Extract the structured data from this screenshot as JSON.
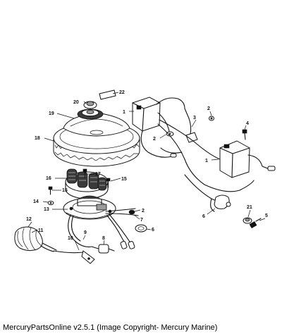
{
  "caption": "MercuryPartsOnline v2.5.1 (Image Copyright- Mercury Marine)",
  "callouts": {
    "c1a": "1",
    "c1b": "1",
    "c2a": "2",
    "c2b": "2",
    "c2c": "2",
    "c3": "3",
    "c4": "4",
    "c5": "5",
    "c6a": "6",
    "c6b": "6",
    "c7": "7",
    "c8": "8",
    "c9": "9",
    "c10": "10",
    "c11": "11",
    "c12": "12",
    "c13": "13",
    "c14": "14",
    "c15a": "15",
    "c15b": "15",
    "c16": "16",
    "c17": "17",
    "c18": "18",
    "c19": "19",
    "c20": "20",
    "c21": "21",
    "c22": "22"
  },
  "colors": {
    "ink": "#111111",
    "background": "#ffffff"
  }
}
